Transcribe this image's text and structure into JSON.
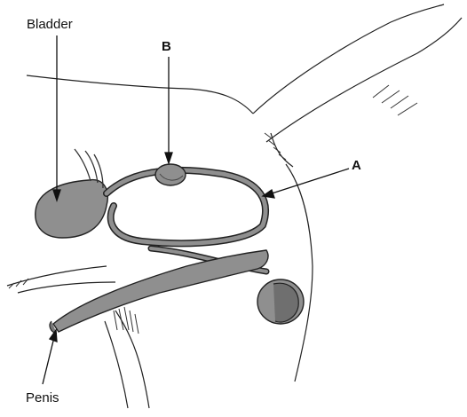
{
  "labels": {
    "bladder": "Bladder",
    "b": "B",
    "a": "A",
    "penis": "Penis"
  },
  "colors": {
    "organ_fill": "#8f8f8f",
    "organ_dark": "#555555",
    "outline": "#222222",
    "background": "#ffffff"
  }
}
